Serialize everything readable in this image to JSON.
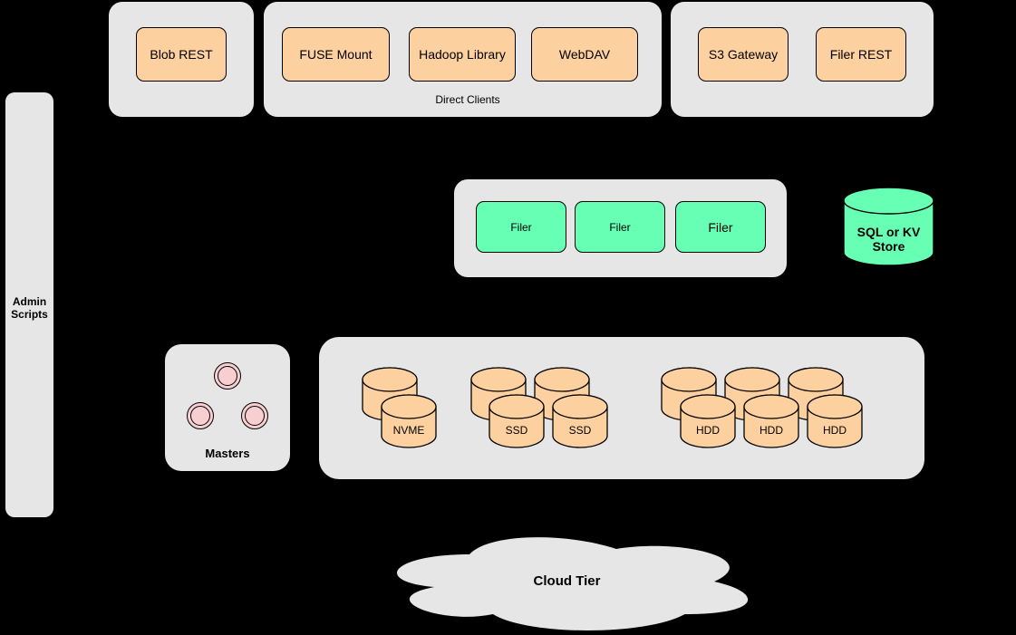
{
  "diagram": {
    "background_color": "#000000",
    "colors": {
      "container_fill": "#e6e6e6",
      "client_fill": "#fdd0a0",
      "filer_fill": "#66ffb4",
      "master_fill": "#f8cfd1",
      "stroke": "#000000"
    },
    "admin_bar": {
      "label": "Admin Scripts"
    },
    "blob_group": {
      "items": [
        {
          "label": "Blob REST"
        }
      ]
    },
    "direct_clients_group": {
      "label": "Direct Clients",
      "items": [
        {
          "label": "FUSE Mount"
        },
        {
          "label": "Hadoop Library"
        },
        {
          "label": "WebDAV"
        }
      ]
    },
    "gateway_group": {
      "items": [
        {
          "label": "S3 Gateway"
        },
        {
          "label": "Filer REST"
        }
      ]
    },
    "filer_group": {
      "items": [
        {
          "label": "Filer"
        },
        {
          "label": "Filer"
        },
        {
          "label": "Filer"
        }
      ]
    },
    "kv_store": {
      "label": "SQL or KV Store"
    },
    "masters_group": {
      "label": "Masters",
      "circle_count": 3
    },
    "volume_group": {
      "disk_clusters": [
        {
          "labels": [
            "NVME"
          ],
          "unlabeled_cylinders": 1
        },
        {
          "labels": [
            "SSD",
            "SSD"
          ],
          "unlabeled_cylinders": 2
        },
        {
          "labels": [
            "HDD",
            "HDD",
            "HDD"
          ],
          "unlabeled_cylinders": 3
        }
      ]
    },
    "cloud": {
      "label": "Cloud Tier"
    }
  }
}
